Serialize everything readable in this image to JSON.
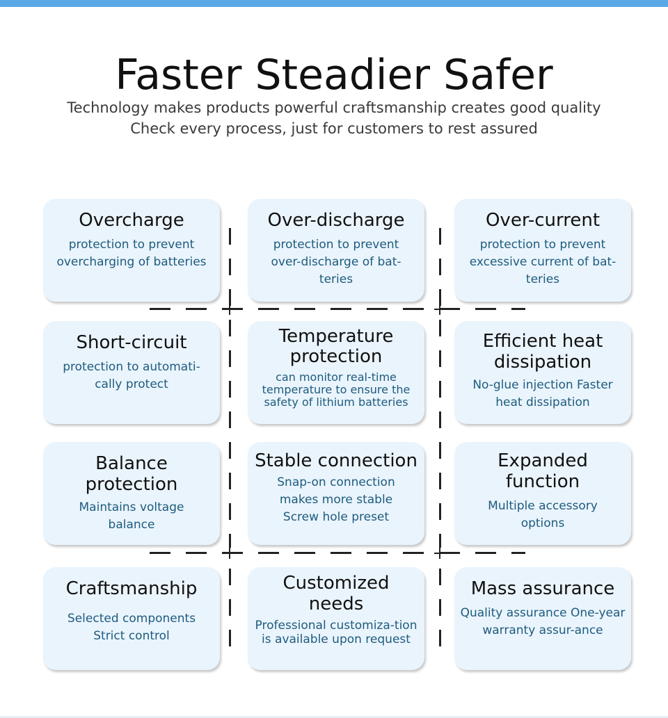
{
  "header": {
    "title": "Faster Steadier Safer",
    "subtitle_line1": "Technology makes products powerful  craftsmanship creates good quality",
    "subtitle_line2": "Check every process, just for customers to rest assured"
  },
  "colors": {
    "top_bar": "#5aa9e6",
    "card_background": "#eaf4fc",
    "title_text": "#111111",
    "description_text": "#1d5b7e"
  },
  "features": [
    {
      "title": "Overcharge",
      "description": "protection to prevent overcharging of batteries"
    },
    {
      "title": "Over-discharge",
      "description": "protection to prevent over-discharge of bat-teries"
    },
    {
      "title": "Over-current",
      "description": "protection to prevent excessive current of bat-teries"
    },
    {
      "title": "Short-circuit",
      "description": "protection to automati-cally protect"
    },
    {
      "title": "Temperature protection",
      "description": "can monitor real-time temperature to ensure the safety of lithium batteries"
    },
    {
      "title": "Efficient heat dissipation",
      "description": "No-glue injection  Faster heat dissipation"
    },
    {
      "title": "Balance protection",
      "description": "Maintains voltage balance"
    },
    {
      "title": "Stable connection",
      "description": "Snap-on connection makes more stable Screw hole preset"
    },
    {
      "title": "Expanded function",
      "description": "Multiple accessory options"
    },
    {
      "title": "Craftsmanship",
      "description": "Selected components Strict control"
    },
    {
      "title": "Customized needs",
      "description": "Professional customiza-tion is available upon request"
    },
    {
      "title": "Mass assurance",
      "description": "Quality assurance One-year warranty assur-ance"
    }
  ]
}
